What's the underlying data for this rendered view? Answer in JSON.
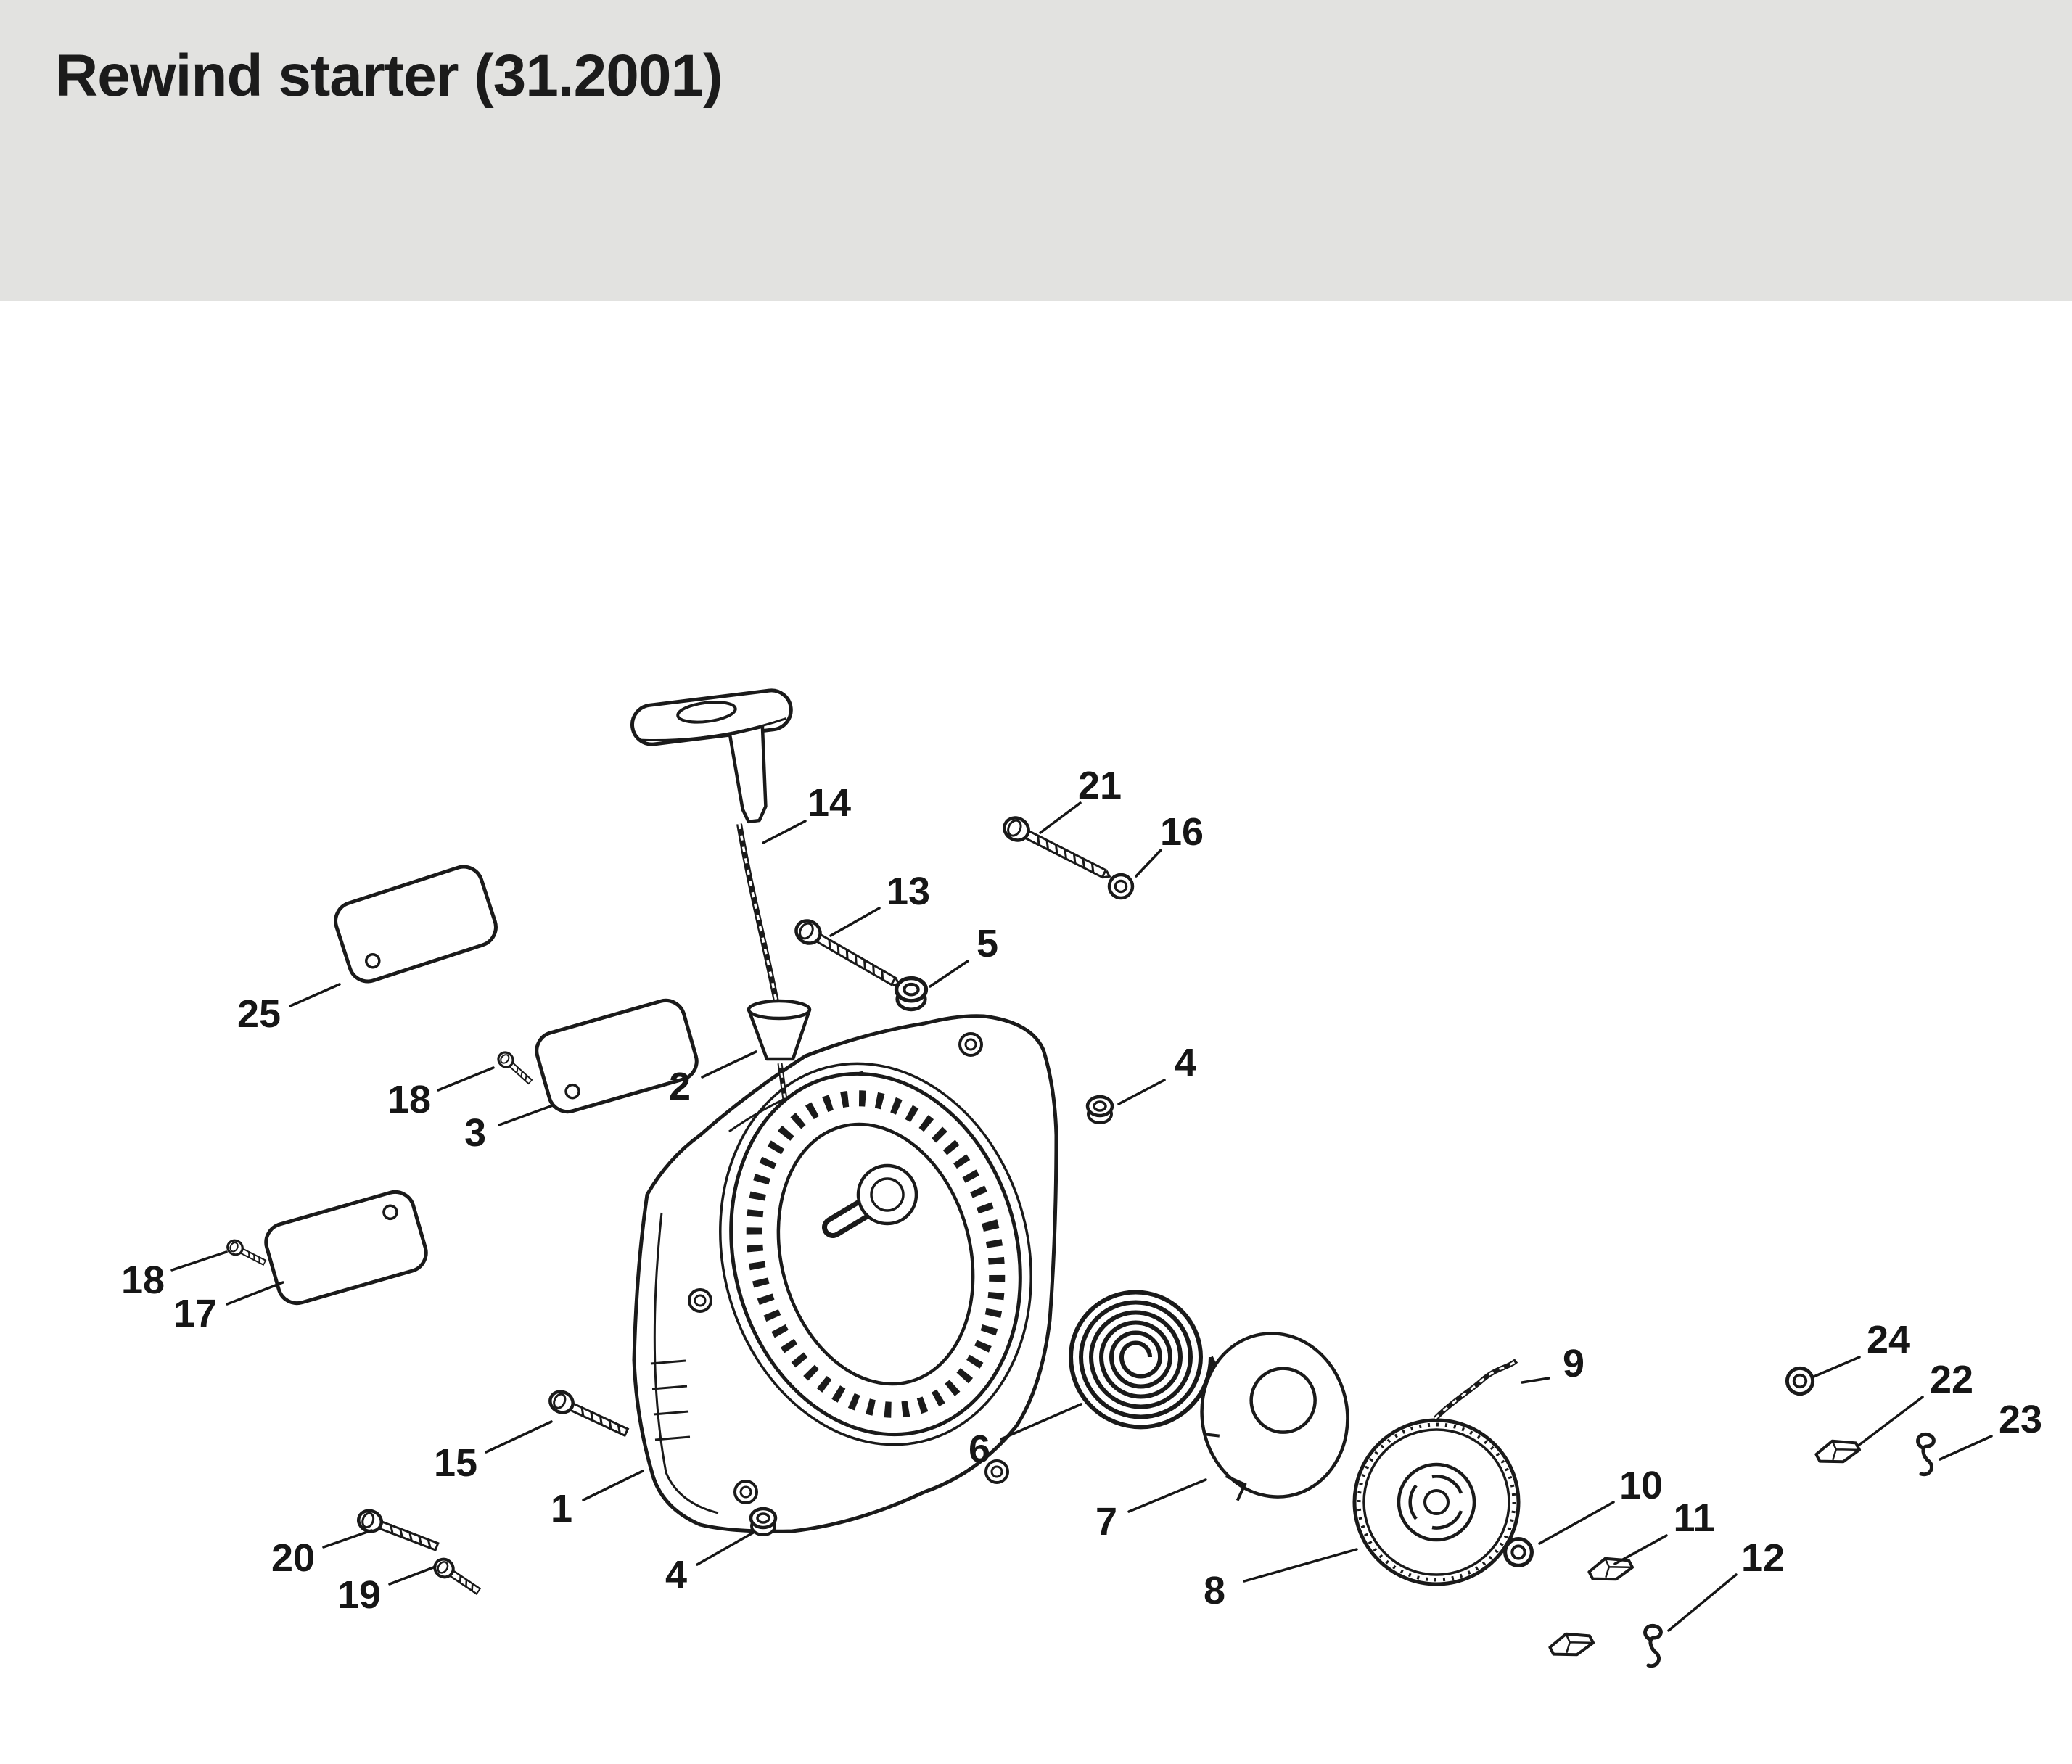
{
  "header": {
    "title": "Rewind starter (31.2001)"
  },
  "theme": {
    "header_background": "#e2e2e0",
    "line_ink": "#1a1a1a",
    "canvas": "#ffffff"
  },
  "diagram": {
    "callouts": [
      {
        "label": "14"
      },
      {
        "label": "13"
      },
      {
        "label": "21"
      },
      {
        "label": "16"
      },
      {
        "label": "5"
      },
      {
        "label": "25"
      },
      {
        "label": "18"
      },
      {
        "label": "3"
      },
      {
        "label": "2"
      },
      {
        "label": "4"
      },
      {
        "label": "18"
      },
      {
        "label": "17"
      },
      {
        "label": "15"
      },
      {
        "label": "1"
      },
      {
        "label": "20"
      },
      {
        "label": "19"
      },
      {
        "label": "4"
      },
      {
        "label": "6"
      },
      {
        "label": "7"
      },
      {
        "label": "8"
      },
      {
        "label": "9"
      },
      {
        "label": "10"
      },
      {
        "label": "11"
      },
      {
        "label": "12"
      },
      {
        "label": "24"
      },
      {
        "label": "22"
      },
      {
        "label": "23"
      }
    ]
  }
}
